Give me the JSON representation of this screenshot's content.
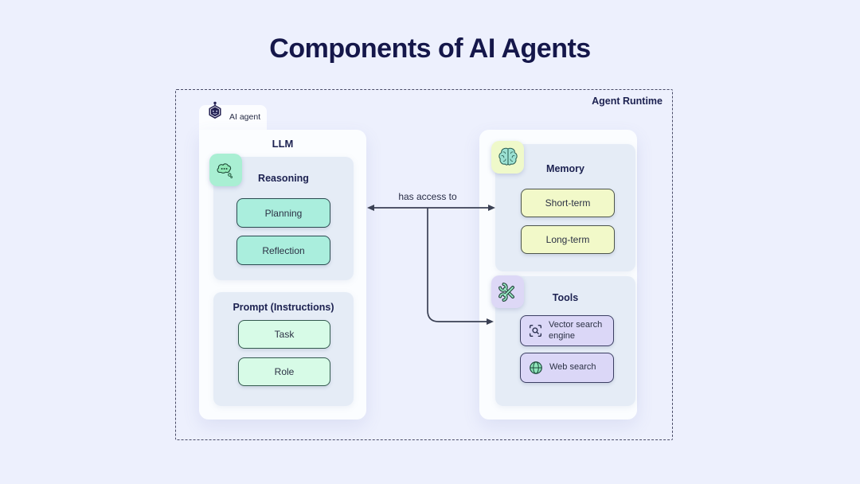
{
  "title": "Components of AI Agents",
  "runtime": {
    "label": "Agent Runtime"
  },
  "agent_tab": {
    "label": "AI agent",
    "icon": "robot-hexagon-icon"
  },
  "llm": {
    "title": "LLM",
    "reasoning": {
      "title": "Reasoning",
      "icon": "thought-cloud-icon",
      "items": [
        "Planning",
        "Reflection"
      ]
    },
    "prompt": {
      "title": "Prompt (Instructions)",
      "items": [
        "Task",
        "Role"
      ]
    }
  },
  "memory": {
    "title": "Memory",
    "icon": "brain-icon",
    "items": [
      "Short-term",
      "Long-term"
    ]
  },
  "tools": {
    "title": "Tools",
    "icon": "crossed-wrenches-icon",
    "items": [
      {
        "label": "Vector search engine",
        "icon": "scan-search-icon"
      },
      {
        "label": "Web search",
        "icon": "globe-icon"
      }
    ]
  },
  "connector": {
    "label": "has access to"
  },
  "colors": {
    "background": "#edf0fd",
    "title_text": "#15174a",
    "panel_white": "#fbfdff",
    "sub_panel": "#e5ecf6",
    "teal_node": "#aaeedd",
    "mint_node": "#d7fbe7",
    "lime_node": "#f2f9c9",
    "lavender_node": "#dbd7f7",
    "mint_tile": "#a9efd3",
    "lime_tile": "#eff9ca",
    "lavender_tile": "#ddd8f6",
    "arrow": "#3b4154",
    "dashed_border": "#4a4c68"
  }
}
